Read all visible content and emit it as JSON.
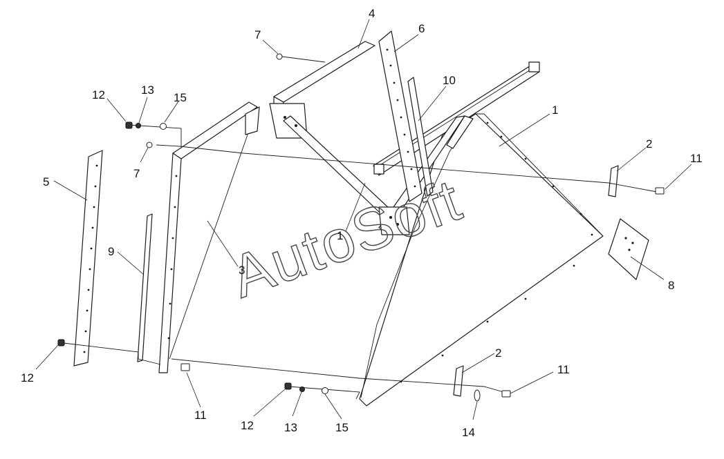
{
  "watermark": "AutoSoft",
  "callouts": {
    "c1a": "1",
    "c1b": "1",
    "c2a": "2",
    "c2b": "2",
    "c3": "3",
    "c4": "4",
    "c5": "5",
    "c6": "6",
    "c7a": "7",
    "c7b": "7",
    "c8": "8",
    "c9": "9",
    "c10": "10",
    "c11a": "11",
    "c11b": "11",
    "c11c": "11",
    "c12a": "12",
    "c12b": "12",
    "c12c": "12",
    "c13a": "13",
    "c13b": "13",
    "c14": "14",
    "c15a": "15",
    "c15b": "15"
  },
  "colors": {
    "line": "#1a1a1a",
    "background": "#ffffff",
    "watermark": "#444444"
  }
}
